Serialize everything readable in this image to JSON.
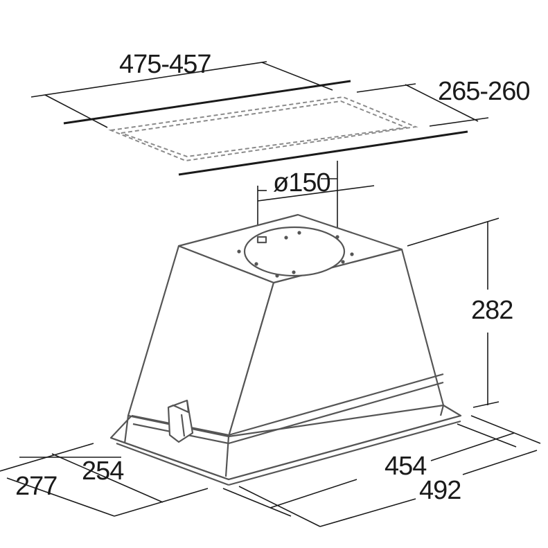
{
  "dimensions": {
    "cutout_width": "475-457",
    "cutout_depth": "265-260",
    "duct_diameter": "ø150",
    "height": "282",
    "depth_inner": "254",
    "depth_outer": "277",
    "width_inner": "454",
    "width_outer": "492"
  },
  "colors": {
    "line": "#1a1a1a",
    "body": "#555555",
    "cutout": "#8a8a8a",
    "background": "#ffffff"
  }
}
